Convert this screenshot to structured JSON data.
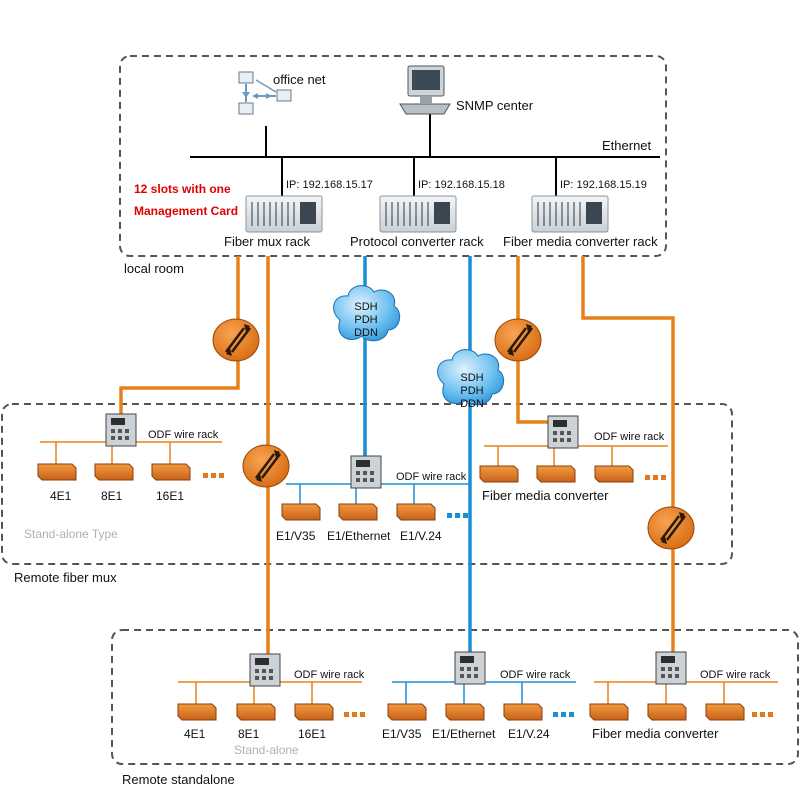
{
  "local_room": {
    "zone_label": "local room",
    "office_net": "office net",
    "snmp_center": "SNMP center",
    "ethernet": "Ethernet",
    "ip_1": "IP: 192.168.15.17",
    "ip_2": "IP: 192.168.15.18",
    "ip_3": "IP: 192.168.15.19",
    "note_line1": "12 slots with one",
    "note_line2": "Management Card",
    "rack_1": "Fiber mux rack",
    "rack_2": "Protocol converter rack",
    "rack_3": "Fiber media converter rack"
  },
  "clouds": {
    "cloud_1": {
      "line1": "SDH",
      "line2": "PDH",
      "line3": "DDN"
    },
    "cloud_2": {
      "line1": "SDH",
      "line2": "PDH",
      "line3": "DDN"
    }
  },
  "remote_fiber_mux": {
    "zone_label": "Remote fiber mux",
    "type_label": "Stand-alone Type",
    "odf_1": "ODF wire rack",
    "odf_2": "ODF wire rack",
    "odf_3": "ODF wire rack",
    "mux_devices": [
      "4E1",
      "8E1",
      "16E1"
    ],
    "protocol_devices": [
      "E1/V35",
      "E1/Ethernet",
      "E1/V.24"
    ],
    "media_label": "Fiber media converter"
  },
  "remote_standalone": {
    "zone_label": "Remote standalone",
    "type_label": "Stand-alone",
    "odf_1": "ODF wire rack",
    "odf_2": "ODF wire rack",
    "odf_3": "ODF wire rack",
    "mux_devices": [
      "4E1",
      "8E1",
      "16E1"
    ],
    "protocol_devices": [
      "E1/V35",
      "E1/Ethernet",
      "E1/V.24"
    ],
    "media_label": "Fiber media converter"
  },
  "colors": {
    "fiber": "#e8801a",
    "sdh_link": "#1a8fd6",
    "dashed_border": "#555555",
    "device_orange": "#e07a22",
    "cloud": "#3aa6e8",
    "note_red": "#e00000"
  }
}
